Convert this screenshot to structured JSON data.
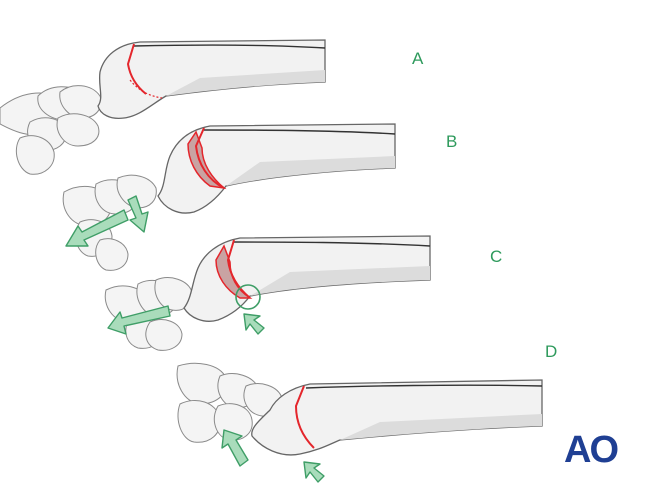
{
  "panels": [
    {
      "label": "A"
    },
    {
      "label": "B"
    },
    {
      "label": "C"
    },
    {
      "label": "D"
    }
  ],
  "logo": {
    "text": "AO"
  },
  "colors": {
    "label": "#2e9a5c",
    "fracture": "#e4262c",
    "arrow_fill": "#a9dcbb",
    "arrow_stroke": "#3f9e67",
    "logo": "#1f3f93"
  }
}
